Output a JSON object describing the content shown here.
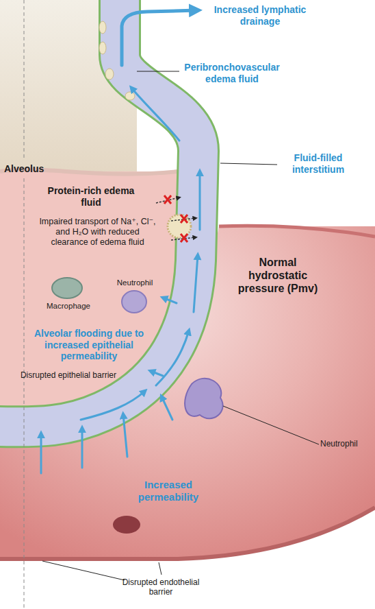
{
  "diagram": {
    "labels": [
      "Increased lymphatic drainage",
      "Peribronchovascular edema fluid",
      "Alveolus",
      "Fluid-filled interstitium",
      "Protein-rich edema fluid",
      "Impaired transport of Na⁺, Cl⁻, and H₂O with reduced clearance of edema fluid",
      "Neutrophil",
      "Normal hydrostatic pressure (Pmv)",
      "Macrophage",
      "Alveolar flooding due to increased epithelial permeability",
      "Disrupted epithelial barrier",
      "Neutrophil",
      "Increased permeability",
      "Disrupted endothelial barrier"
    ]
  }
}
